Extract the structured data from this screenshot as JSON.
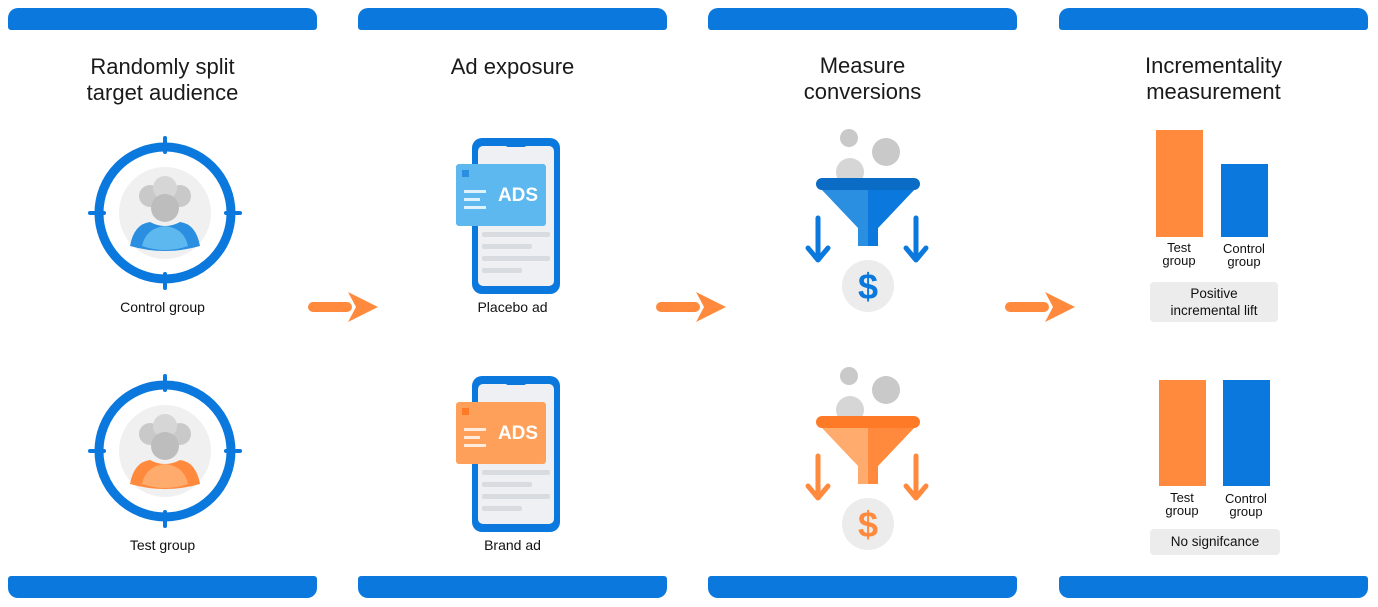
{
  "colors": {
    "accent_blue": "#0a78dc",
    "orange": "#ff8a3d",
    "light_blue": "#5cb8ee",
    "gray": "#c9c9c9"
  },
  "steps": [
    {
      "title_line1": "Randomly split",
      "title_line2": "target audience",
      "top_caption": "Control group",
      "bottom_caption": "Test group",
      "icon": "audience-target-icon"
    },
    {
      "title_line1": "Ad exposure",
      "title_line2": "",
      "top_caption": "Placebo ad",
      "bottom_caption": "Brand ad",
      "ad_label": "ADS",
      "icon": "phone-ad-icon"
    },
    {
      "title_line1": "Measure",
      "title_line2": "conversions",
      "icon": "funnel-dollar-icon"
    },
    {
      "title_line1": "Incrementality",
      "title_line2": "measurement",
      "top_result": {
        "left_label_1": "Test",
        "left_label_2": "group",
        "right_label_1": "Control",
        "right_label_2": "group",
        "badge_line1": "Positive",
        "badge_line2": "incremental lift",
        "test_level": 1.0,
        "control_level": 0.68
      },
      "bottom_result": {
        "left_label_1": "Test",
        "left_label_2": "group",
        "right_label_1": "Control",
        "right_label_2": "group",
        "badge_line1": "No signifcance",
        "badge_line2": "",
        "test_level": 1.0,
        "control_level": 1.0
      }
    }
  ]
}
